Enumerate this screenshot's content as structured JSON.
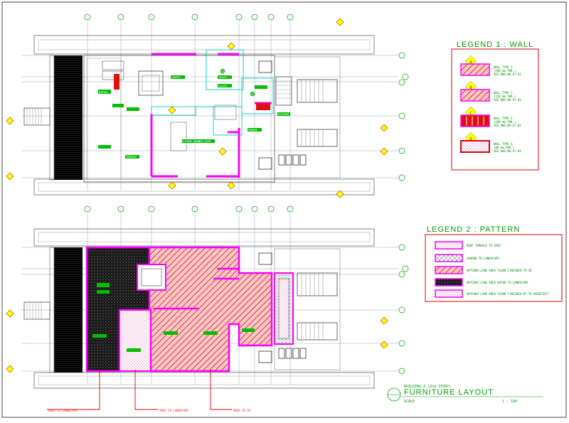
{
  "drawing": {
    "legend_wall": {
      "title": "LEGEND 1 : WALL",
      "items": [
        {
          "tag": "A",
          "lines": [
            "WALL TYPE 1",
            "(200 mm.THK.)",
            "SEE DWG.NO.A7-01"
          ]
        },
        {
          "tag": "B",
          "lines": [
            "WALL TYPE 2",
            "(150 mm.THK.)",
            "SEE DWG.NO.A7-01"
          ]
        },
        {
          "tag": "C",
          "lines": [
            "WALL TYPE 3",
            "(100 mm.THK.)",
            "SEE DWG.NO.A7-01"
          ]
        },
        {
          "tag": "D",
          "lines": [
            "WALL TYPE 4",
            "(80 mm.THK.)",
            "SEE DWG.NO.A7-01"
          ]
        }
      ]
    },
    "legend_pattern": {
      "title": "LEGEND 2 : PATTERN",
      "items": [
        {
          "label": "ROOF TERRACE TO SPEC"
        },
        {
          "label": "GARDEN TO LANDSCAPE"
        },
        {
          "label": "HATCHED LINE AREA FLOOR FINISHED TO ID"
        },
        {
          "label": "HATCHED LINE AREA WATER TO LANDSCAPE"
        },
        {
          "label": "HATCHED LINE AREA FLOOR FINISHED BY TO ARCHITECT"
        }
      ]
    },
    "title_block": {
      "subtitle": "BUILDING A (2nd STORY)",
      "title": "FURNITURE LAYOUT",
      "scale_label": "SCALE",
      "scale_value": "1 : 100"
    },
    "callouts": [
      "AREA TO LANDSCAPE",
      "AREA TO LANDSCAPE",
      "AREA TO ID"
    ],
    "rooms_top": [
      "VANITY",
      "TOILET",
      "CLOSET",
      "LIVING ROOM",
      "BED ROOM",
      "POWDER",
      "TERRACE",
      "KITCHEN",
      "DINING"
    ],
    "colors": {
      "wall_magenta": "#ff00ff",
      "hatch_red": "#e83030",
      "cyan": "#00c8c8",
      "green": "#00c000",
      "grid_green": "#00a000",
      "marker_yellow": "#ffff00",
      "border_red": "#e00000",
      "line_gray": "#7a7a7a"
    }
  }
}
